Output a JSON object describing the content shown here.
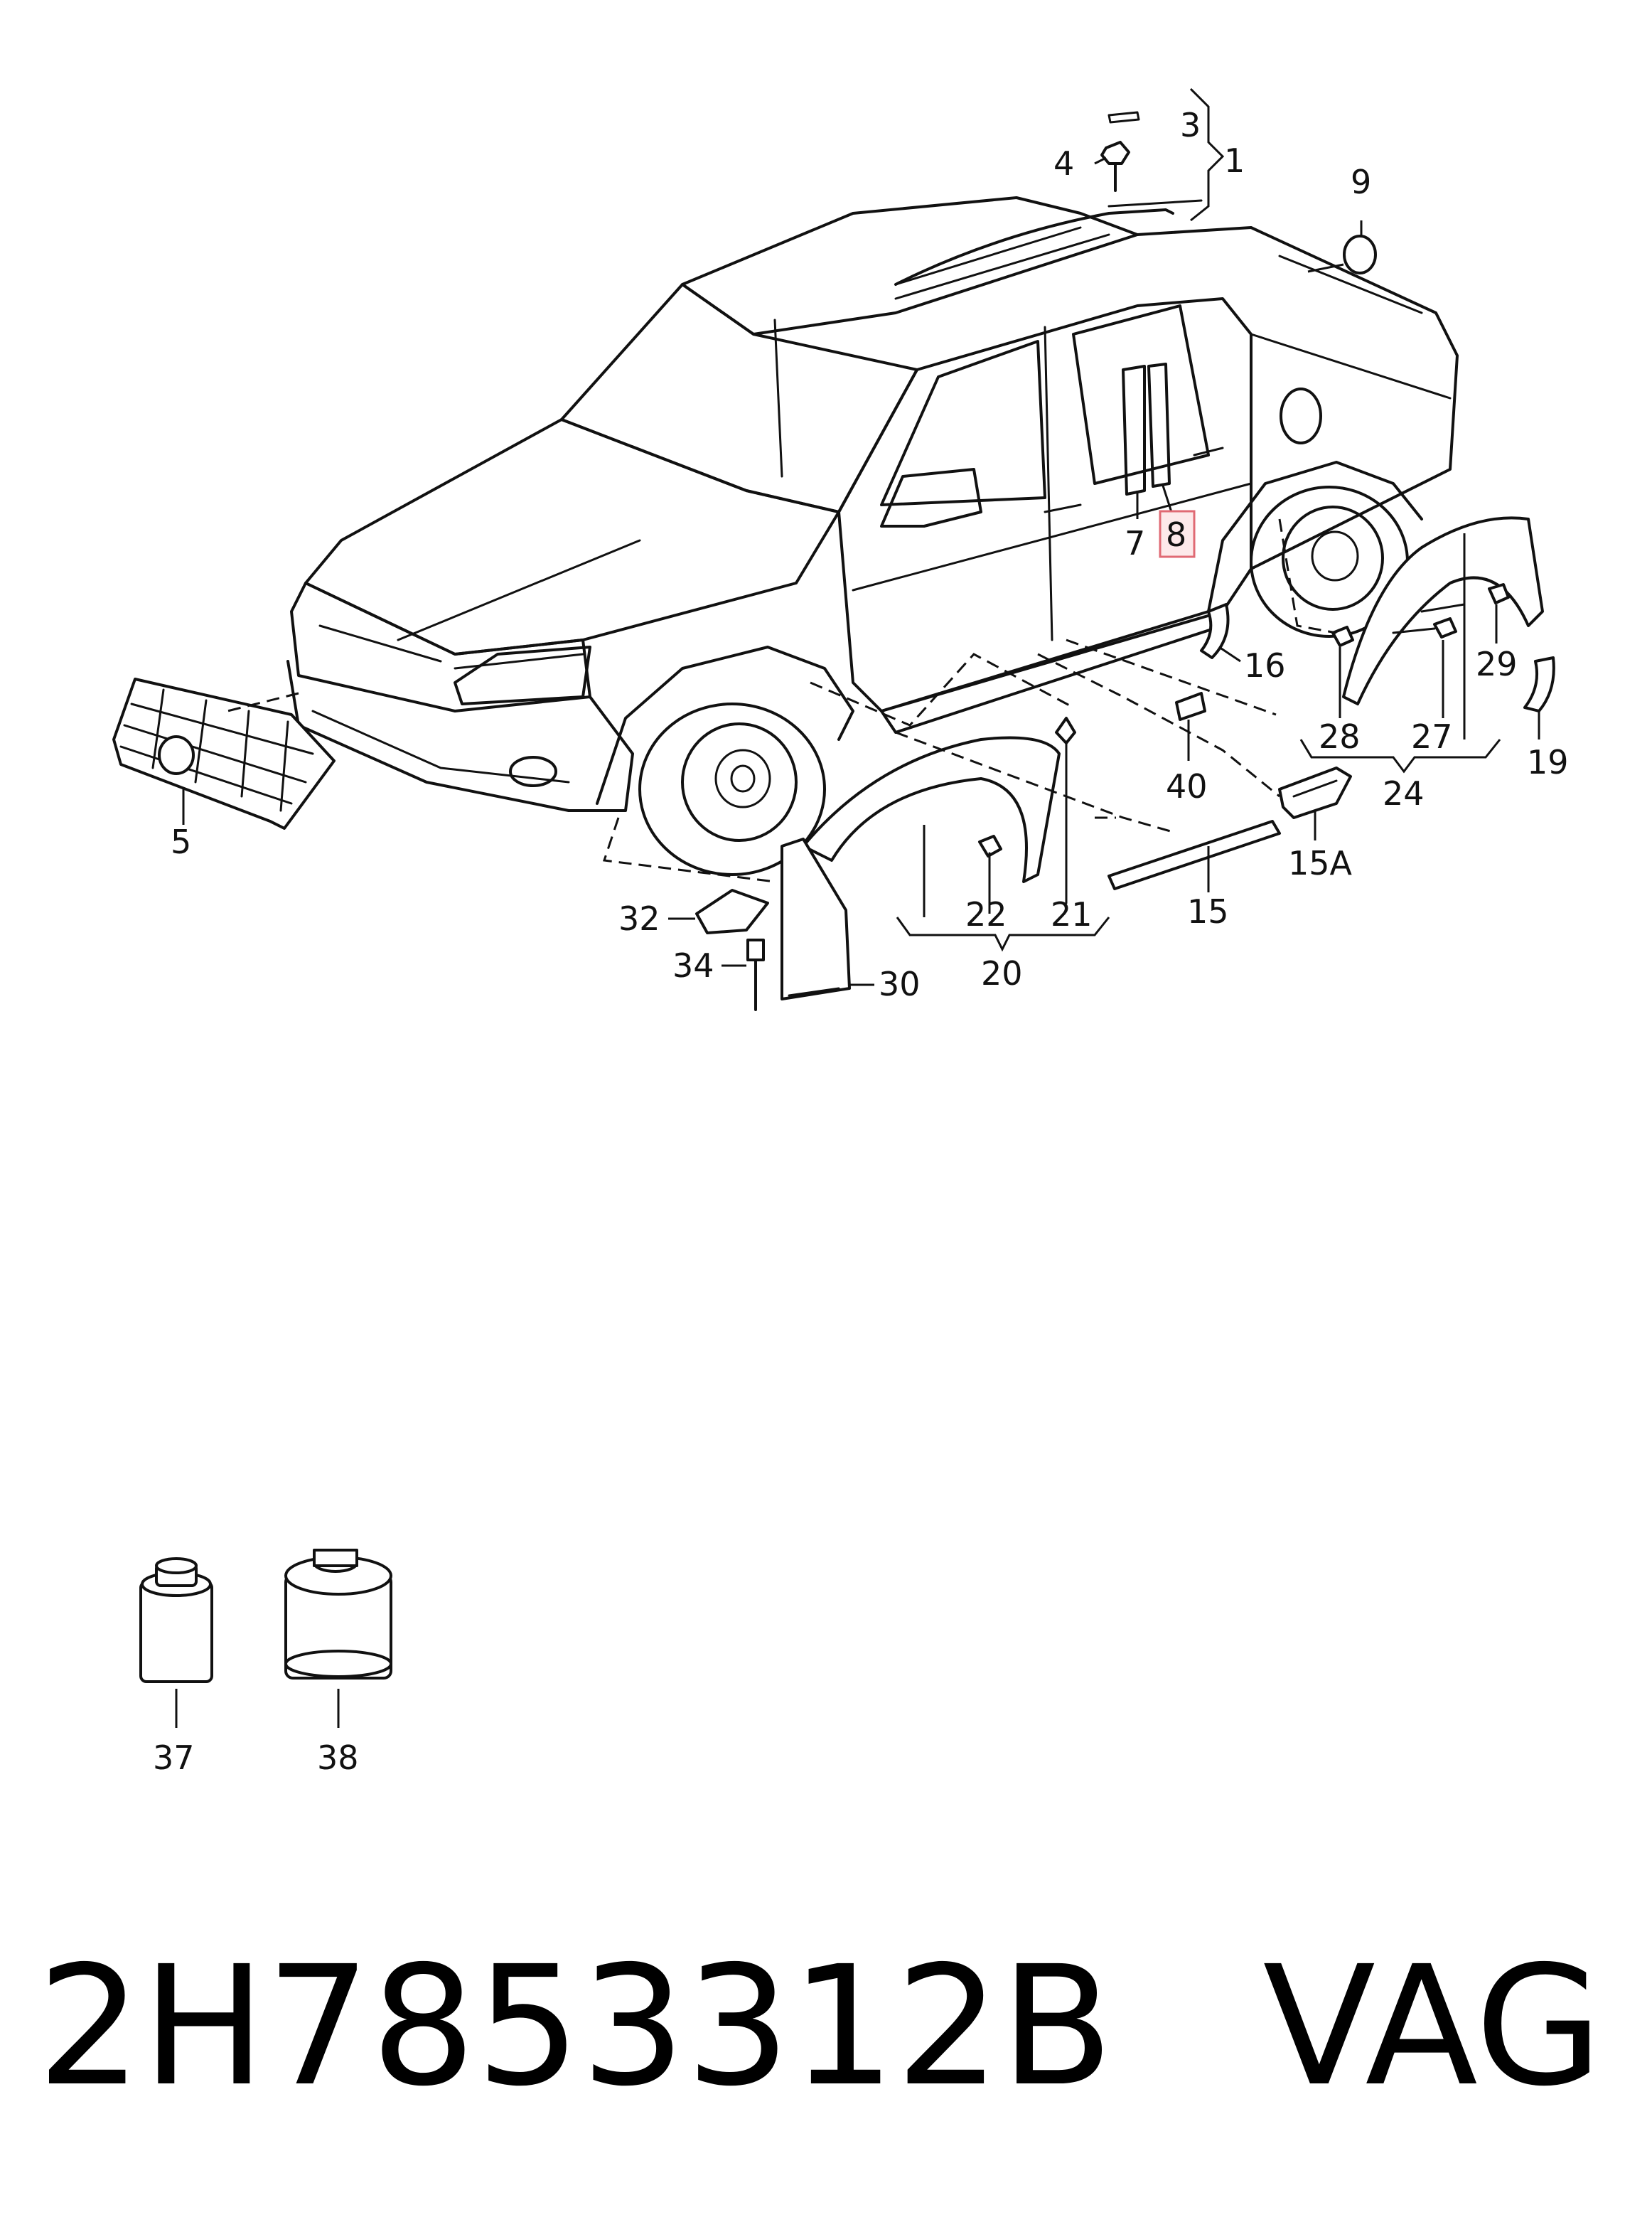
{
  "callouts": {
    "c1": "1",
    "c3": "3",
    "c4": "4",
    "c5": "5",
    "c7": "7",
    "c8": "8",
    "c9": "9",
    "c15": "15",
    "c15a": "15A",
    "c16": "16",
    "c19": "19",
    "c20": "20",
    "c21": "21",
    "c22": "22",
    "c24": "24",
    "c27": "27",
    "c28": "28",
    "c29": "29",
    "c30": "30",
    "c32": "32",
    "c34": "34",
    "c37": "37",
    "c38": "38",
    "c40": "40"
  },
  "highlighted_callout": "8",
  "highlight_color": "#e06a74",
  "footer": {
    "part_number": "2H7853312B",
    "brand": "VAG"
  }
}
